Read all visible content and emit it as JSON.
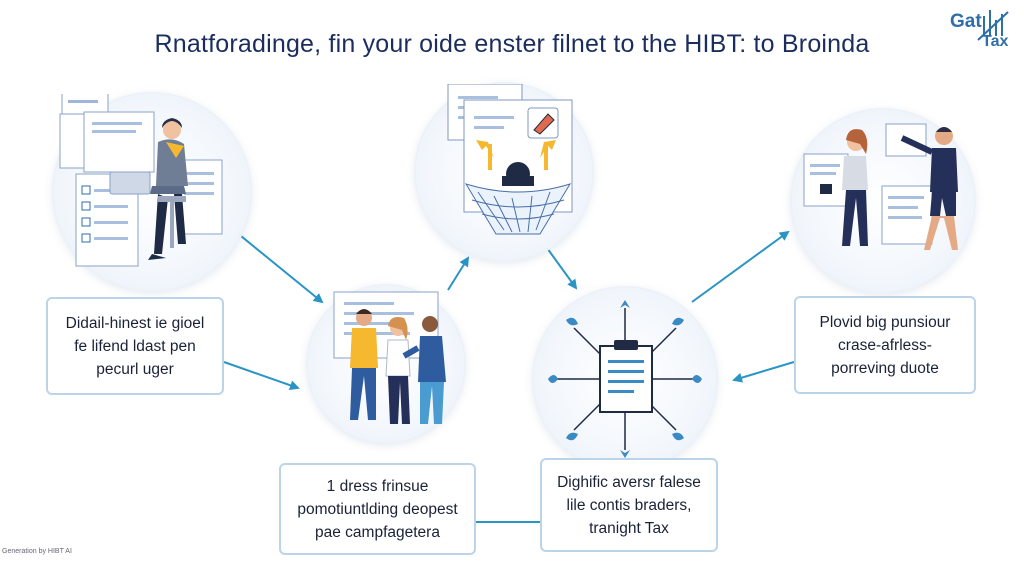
{
  "title": "Rnatforadinge, fin your oide enster filnet to the HIBT: to Broinda",
  "logo": {
    "line1": "Gat",
    "line2": "Tax"
  },
  "boxes": {
    "left": [
      "Didail-hinest ie gioel",
      "fe lifend ldast pen",
      "pecurl uger"
    ],
    "right": [
      "Plovid big punsiour",
      "crase-afrless-",
      "porreving duote"
    ],
    "bottom_left": [
      "1 dress frinsue",
      "pomotiuntlding deopest",
      "pae campfagetera"
    ],
    "bottom_right": [
      "Dighific aversr falese",
      "lile contis braders,",
      "tranight Tax"
    ]
  },
  "footer": "Generation by HIBT AI",
  "colors": {
    "accent": "#2a95c4",
    "navy": "#1b2d5e",
    "box_border": "#bcd4ea"
  }
}
